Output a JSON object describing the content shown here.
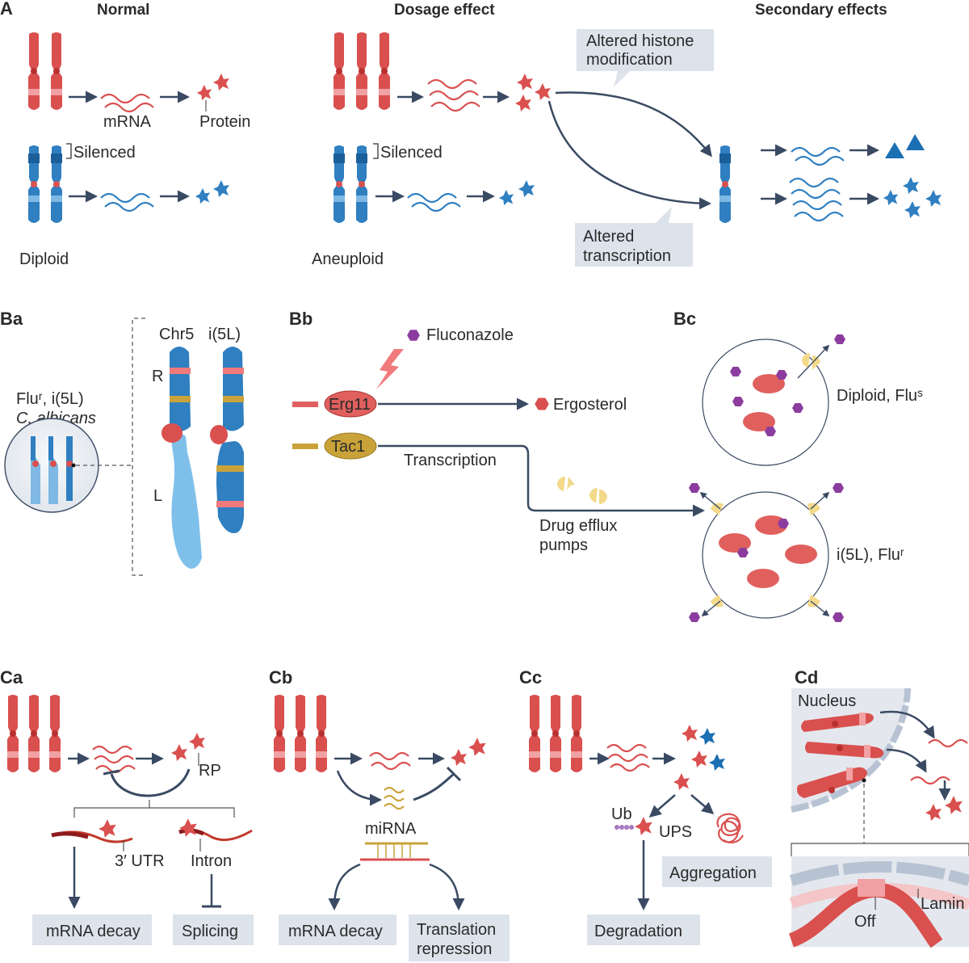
{
  "panels": {
    "A": "A",
    "Ba": "Ba",
    "Bb": "Bb",
    "Bc": "Bc",
    "Ca": "Ca",
    "Cb": "Cb",
    "Cc": "Cc",
    "Cd": "Cd"
  },
  "panelA": {
    "normal_title": "Normal",
    "dosage_title": "Dosage effect",
    "secondary_title": "Secondary effects",
    "mrna": "mRNA",
    "protein": "Protein",
    "silenced": "Silenced",
    "diploid": "Diploid",
    "aneuploid": "Aneuploid",
    "callout_histone_1": "Altered histone",
    "callout_histone_2": "modification",
    "callout_transcription_1": "Altered",
    "callout_transcription_2": "transcription"
  },
  "panelBa": {
    "strain_1": "Fluʳ, i(5L)",
    "strain_2": "C. albicans",
    "chr5": "Chr5",
    "i5l": "i(5L)",
    "arm_r": "R",
    "arm_l": "L"
  },
  "panelBb": {
    "fluconazole": "Fluconazole",
    "erg11": "Erg11",
    "tac1": "Tac1",
    "ergosterol": "Ergosterol",
    "transcription": "Transcription",
    "pumps_1": "Drug efflux",
    "pumps_2": "pumps"
  },
  "panelBc": {
    "diploid_label": "Diploid, Fluˢ",
    "i5l_label": "i(5L), Fluʳ"
  },
  "panelCa": {
    "rp": "RP",
    "utr": "3′ UTR",
    "intron": "Intron",
    "decay": "mRNA decay",
    "splicing": "Splicing"
  },
  "panelCb": {
    "mirna": "miRNA",
    "decay": "mRNA decay",
    "trans_1": "Translation",
    "trans_2": "repression"
  },
  "panelCc": {
    "ub": "Ub",
    "ups": "UPS",
    "aggregation": "Aggregation",
    "degradation": "Degradation"
  },
  "panelCd": {
    "nucleus": "Nucleus",
    "off": "Off",
    "lamin": "Lamin"
  },
  "colors": {
    "red": "#d9504f",
    "red_dark": "#b8302f",
    "red_light": "#f1a1a3",
    "blue": "#2f7fc1",
    "blue_dark": "#1b5f9a",
    "blue_light": "#7fb8e3",
    "navy": "#3a4a63",
    "box": "#dde3ea",
    "purple": "#8b3c9e",
    "gold": "#c9a33a",
    "pale_yellow": "#f3d98a"
  }
}
